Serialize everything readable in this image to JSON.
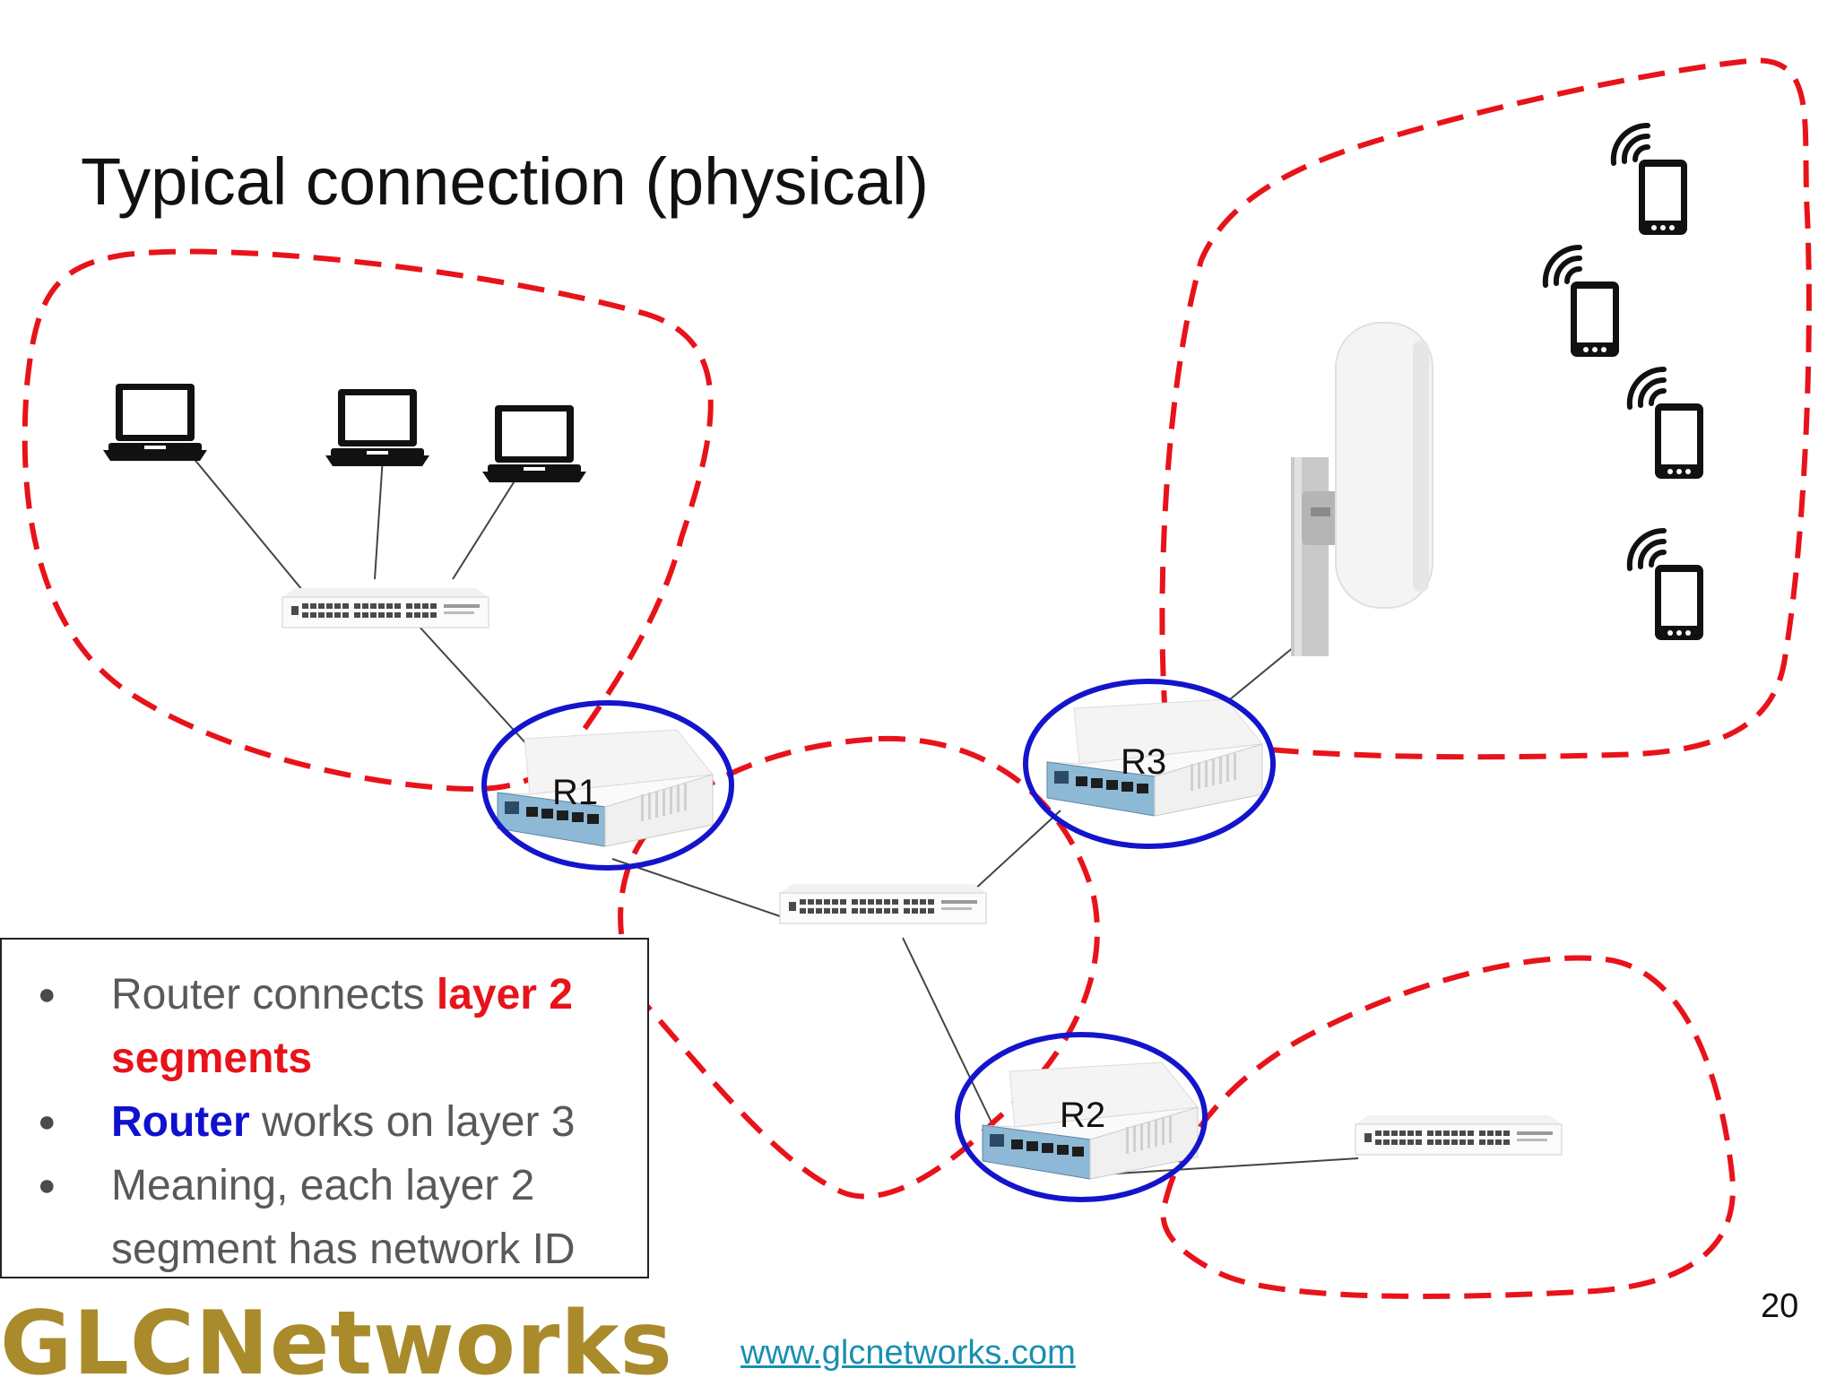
{
  "slide": {
    "title": "Typical connection (physical)",
    "page_number": "20",
    "url": "www.glcnetworks.com",
    "logo_text": "GLCNetworks"
  },
  "routers": {
    "r1": "R1",
    "r2": "R2",
    "r3": "R3"
  },
  "bullets": {
    "b1_prefix": "Router connects ",
    "b1_highlight": "layer 2 segments",
    "b2_highlight": "Router",
    "b2_suffix": " works on layer 3",
    "b3": "Meaning, each layer 2 segment has network ID"
  },
  "colors": {
    "segment_boundary": "#e8131a",
    "router_ring": "#1414cc",
    "logo": "#a98b2c",
    "link": "#1a8fb0"
  },
  "icons": [
    "laptop-icon",
    "mobile-phone-icon",
    "wifi-signal-icon",
    "switch-device",
    "router-device",
    "sector-antenna"
  ]
}
